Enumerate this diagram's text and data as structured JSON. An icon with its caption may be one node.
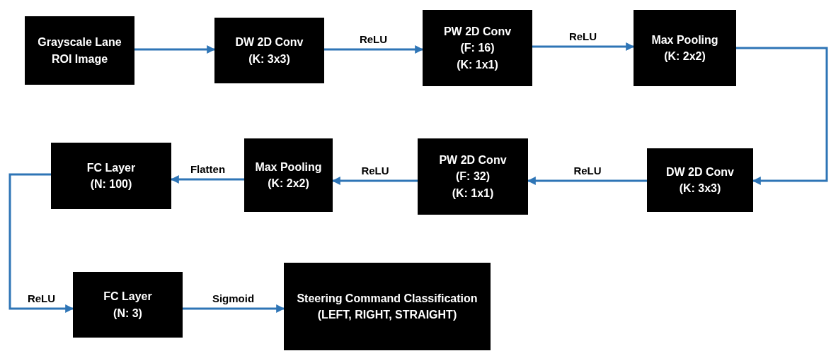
{
  "diagram": {
    "nodes": [
      {
        "text": [
          "Grayscale Lane ROI Image"
        ]
      },
      {
        "text": [
          "DW 2D Conv",
          "(K: 3x3)"
        ]
      },
      {
        "text": [
          "PW 2D Conv",
          "(F: 16)",
          "(K: 1x1)"
        ]
      },
      {
        "text": [
          "Max Pooling",
          "(K: 2x2)"
        ]
      },
      {
        "text": [
          "DW 2D Conv",
          "(K: 3x3)"
        ]
      },
      {
        "text": [
          "PW 2D Conv",
          "(F: 32)",
          "(K: 1x1)"
        ]
      },
      {
        "text": [
          "Max Pooling",
          "(K: 2x2)"
        ]
      },
      {
        "text": [
          "FC Layer",
          "(N: 100)"
        ]
      },
      {
        "text": [
          "FC Layer",
          "(N: 3)"
        ]
      },
      {
        "text": [
          "Steering Command Classification",
          "(LEFT, RIGHT, STRAIGHT)"
        ]
      }
    ],
    "edges": [
      {
        "from": 0,
        "to": 1,
        "arrow": "to"
      },
      {
        "from": 1,
        "to": 2,
        "arrow": "to",
        "label": "ReLU"
      },
      {
        "from": 2,
        "to": 3,
        "arrow": "to",
        "label": "ReLU"
      },
      {
        "from": 3,
        "to": 4,
        "arrow": "to"
      },
      {
        "from": 4,
        "to": 5,
        "arrow": "to",
        "label": "ReLU"
      },
      {
        "from": 5,
        "to": 6,
        "arrow": "to",
        "label": "ReLU"
      },
      {
        "from": 6,
        "to": 7,
        "arrow": "to",
        "label": "Flatten"
      },
      {
        "from": 7,
        "to": 8,
        "arrow": "to",
        "label": "ReLU"
      },
      {
        "from": 8,
        "to": 9,
        "arrow": "to",
        "label": "Sigmoid"
      }
    ]
  }
}
